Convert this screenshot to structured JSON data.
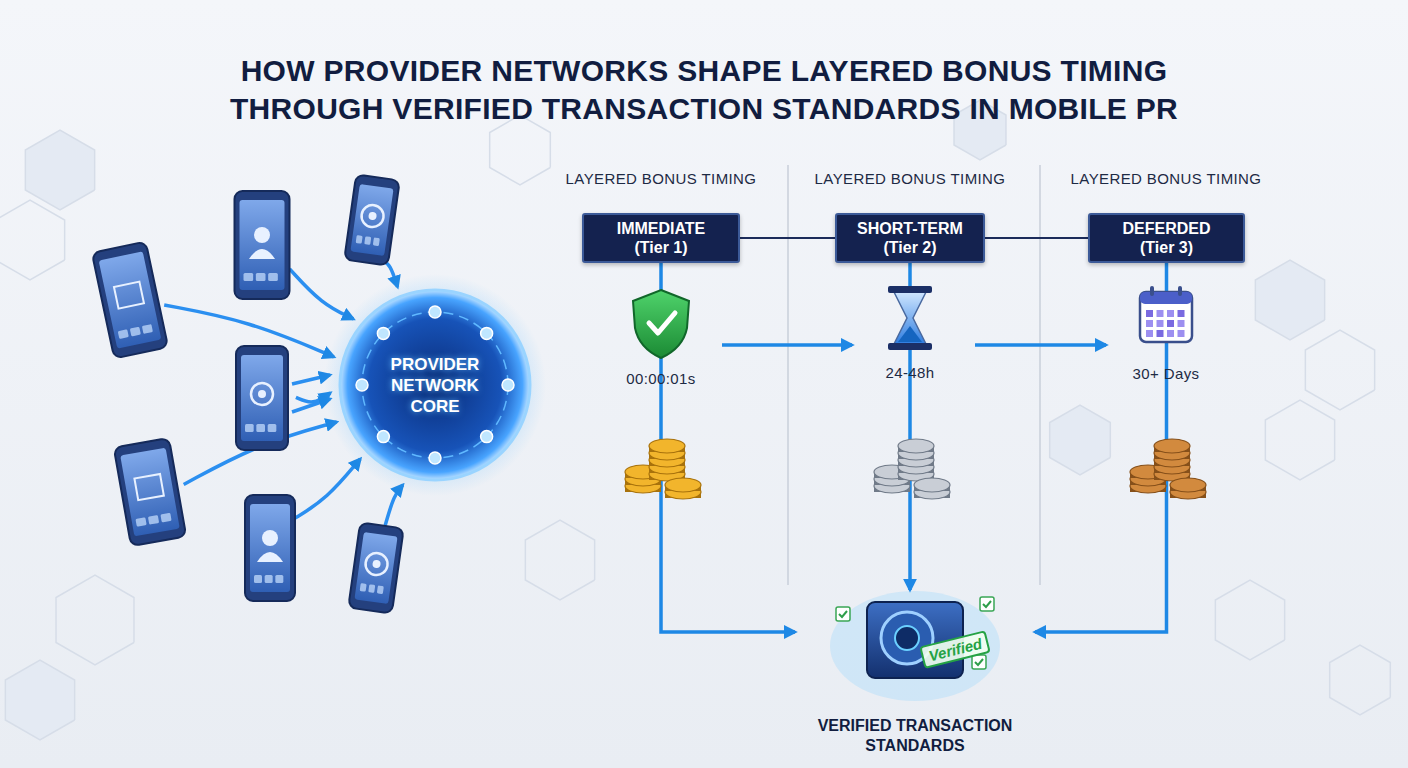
{
  "diagram": {
    "title": "HOW PROVIDER NETWORKS SHAPE LAYERED BONUS TIMING THROUGH VERIFIED TRANSACTION STANDARDS IN MOBILE PR",
    "nodes": [
      {
        "text": [
          "PROVIDER NETWORK CORE"
        ]
      },
      {
        "text": [
          "IMMEDIATE (Tier 1)"
        ]
      },
      {
        "text": [
          "SHORT-TERM (Tier 2)"
        ]
      },
      {
        "text": [
          "DEFERDED (Tier 3)"
        ]
      },
      {
        "text": [
          "Verified",
          "VERIFIED TRANSACTION STANDARDS"
        ]
      }
    ],
    "edges": [
      {
        "from": 1,
        "to": 2,
        "arrow": "none"
      },
      {
        "from": 2,
        "to": 3,
        "arrow": "none"
      },
      {
        "from": 1,
        "to": 4,
        "arrow": "to"
      },
      {
        "from": 2,
        "to": 4,
        "arrow": "to"
      },
      {
        "from": 3,
        "to": 4,
        "arrow": "to"
      }
    ],
    "labels": [
      "LAYERED BONUS TIMING",
      "LAYERED BONUS TIMING",
      "LAYERED BONUS TIMING",
      "00:00:01s",
      "24-48h",
      "30+ Days"
    ]
  }
}
